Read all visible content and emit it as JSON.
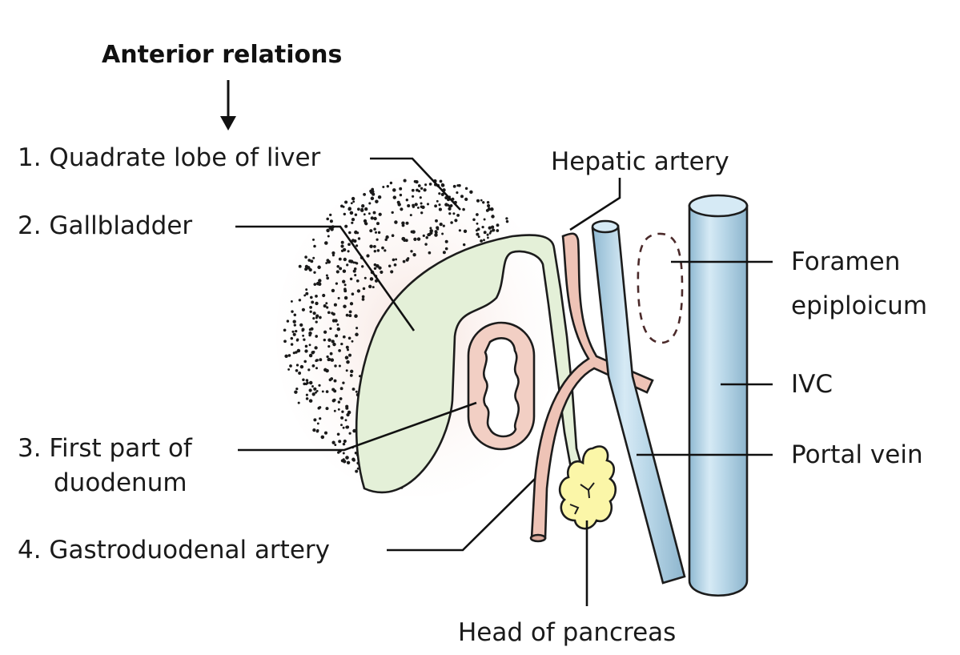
{
  "title": "Anterior relations",
  "labels": {
    "quadrate_lobe": "1. Quadrate lobe of liver",
    "gallbladder": "2. Gallbladder",
    "duodenum_line1": "3. First part of",
    "duodenum_line2": "duodenum",
    "gastroduodenal": "4. Gastroduodenal artery",
    "hepatic_artery": "Hepatic artery",
    "foramen_line1": "Foramen",
    "foramen_line2": "epiploicum",
    "ivc": "IVC",
    "portal_vein": "Portal vein",
    "pancreas": "Head of pancreas"
  },
  "icons": {
    "arrow": "down-arrow-icon"
  },
  "colors": {
    "liver_stipple": "#f8e8e4",
    "gallbladder_fill": "#e4f0d8",
    "duodenum_fill": "#f2cfc4",
    "artery_fill": "#eec3b6",
    "vein_fill": "#bcd9ea",
    "pancreas_fill": "#fbf6a8"
  }
}
